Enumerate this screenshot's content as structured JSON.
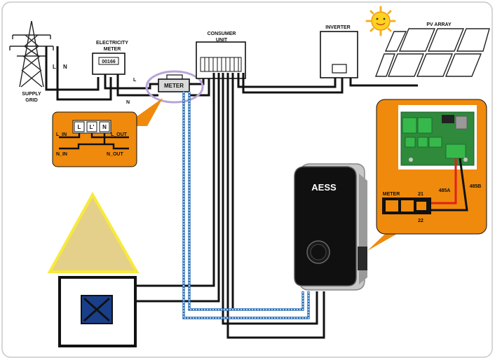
{
  "labels": {
    "supply_grid_line1": "SUPPLY",
    "supply_grid_line2": "GRID",
    "grid_L": "L",
    "grid_N": "N",
    "electricity_meter_line1": "ELECTRICITY",
    "electricity_meter_line2": "METER",
    "meter_reading": "00166",
    "consumer_unit_line1": "CONSUMER",
    "consumer_unit_line2": "UNIT",
    "inverter": "INVERTER",
    "pv_array": "PV ARRAY",
    "meter": "METER",
    "wire_L": "L",
    "wire_N": "N",
    "wiring_L": "L",
    "wiring_Lp": "L'",
    "wiring_N": "N",
    "wiring_L_IN": "L_IN",
    "wiring_L_OUT": "L_OUT",
    "wiring_N_IN": "N_IN",
    "wiring_N_OUT": "N_OUT",
    "charger_brand": "AESS",
    "pcb_meter": "METER",
    "pcb_21": "21",
    "pcb_22": "22",
    "pcb_485A": "485A",
    "pcb_485B": "485B"
  },
  "colors": {
    "callout_orange": "#f08a0c",
    "wire_black": "#111111",
    "comm_blue": "#2a6fb6",
    "house_roof": "#f7ea3a",
    "house_roof_fill": "#e4d08a",
    "meter_highlight": "#b9a4d8",
    "rs485_red": "#e0201c",
    "pcb_green": "#2f8a3c"
  },
  "icons": {
    "grid_tower": "transmission-tower-icon",
    "sun": "sun-icon",
    "load": "load-box-icon"
  }
}
